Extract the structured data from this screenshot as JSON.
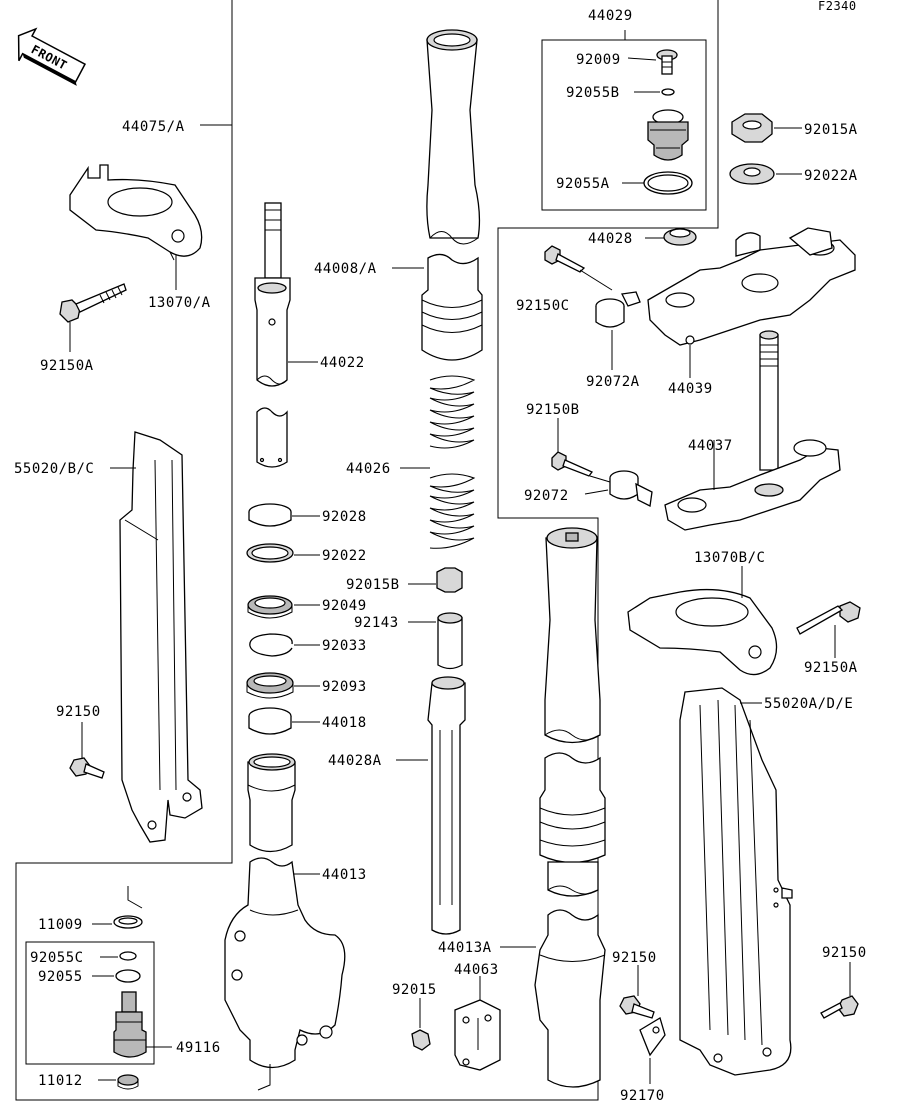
{
  "diagram_code": "F2340",
  "front_arrow": "FRONT",
  "labels": {
    "p44029": "44029",
    "p92009": "92009",
    "p92055B": "92055B",
    "p92055A": "92055A",
    "p44028": "44028",
    "p92015A": "92015A",
    "p92022A": "92022A",
    "p44075A": "44075/A",
    "p44008A": "44008/A",
    "p13070A": "13070/A",
    "p92150A_left": "92150A",
    "p44022": "44022",
    "p92150C": "92150C",
    "p92072A": "92072A",
    "p44039": "44039",
    "p92150B": "92150B",
    "p44037": "44037",
    "p92072": "92072",
    "p55020BC": "55020/B/C",
    "p44026": "44026",
    "p92028": "92028",
    "p92022": "92022",
    "p92015B": "92015B",
    "p92049": "92049",
    "p92143": "92143",
    "p92033": "92033",
    "p13070BC": "13070B/C",
    "p92150A_right": "92150A",
    "p92093": "92093",
    "p44018": "44018",
    "p55020ADE": "55020A/D/E",
    "p92150_left": "92150",
    "p44028A": "44028A",
    "p44013": "44013",
    "p11009": "11009",
    "p44013A": "44013A",
    "p92055C": "92055C",
    "p92055": "92055",
    "p44063": "44063",
    "p92150_mid": "92150",
    "p92150_right": "92150",
    "p92015": "92015",
    "p49116": "49116",
    "p11012": "11012",
    "p92170": "92170"
  }
}
